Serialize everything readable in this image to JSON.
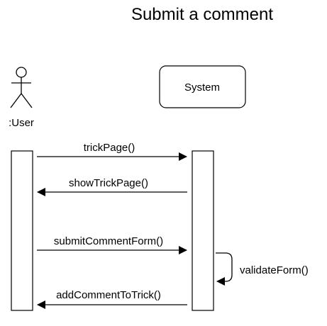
{
  "diagram": {
    "title": "Submit a comment",
    "actor": {
      "label": ":User",
      "icon": "stick-figure-icon"
    },
    "system": {
      "label": "System"
    },
    "messages": [
      {
        "label": "trickPage()",
        "direction": "user-to-system"
      },
      {
        "label": "showTrickPage()",
        "direction": "system-to-user"
      },
      {
        "label": "submitCommentForm()",
        "direction": "user-to-system"
      },
      {
        "label": "validateForm()",
        "direction": "self-call"
      },
      {
        "label": "addCommentToTrick()",
        "direction": "system-to-user"
      }
    ],
    "colors": {
      "stroke": "#000000",
      "fill": "#ffffff",
      "text": "#000000"
    }
  }
}
